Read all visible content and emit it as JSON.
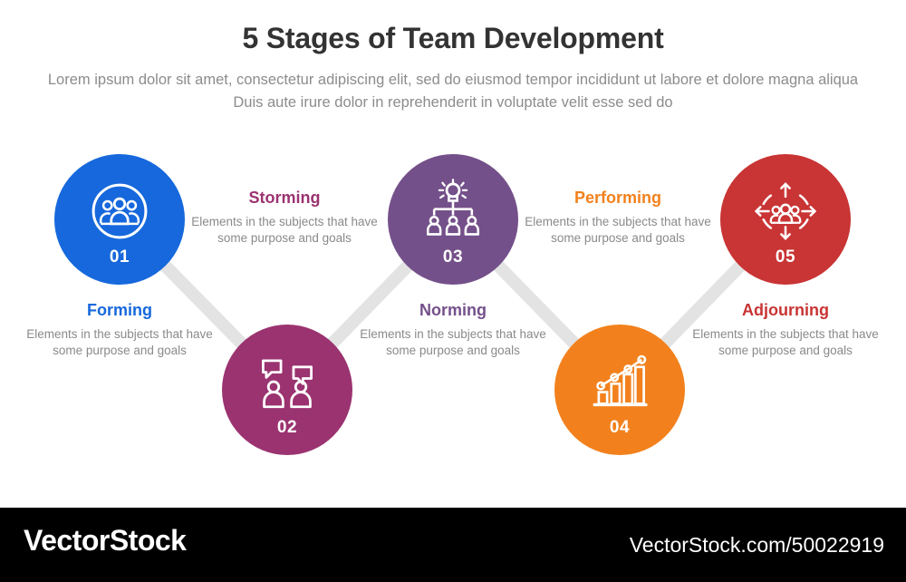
{
  "header": {
    "title": "5 Stages of Team Development",
    "subtitle": "Lorem ipsum dolor sit amet, consectetur adipiscing elit, sed do eiusmod tempor incididunt ut labore et dolore magna aliqua Duis aute irure dolor in reprehenderit in voluptate velit esse sed do"
  },
  "stages": [
    {
      "number": "01",
      "label": "Forming",
      "description": "Elements in the subjects that have  some purpose and goals",
      "color": "#1668DC",
      "icon": "group-of-people-circle-icon"
    },
    {
      "number": "02",
      "label": "Storming",
      "description": "Elements in the subjects that have  some purpose and goals",
      "color": "#9B3370",
      "icon": "two-people-speech-bubbles-icon"
    },
    {
      "number": "03",
      "label": "Norming",
      "description": "Elements in the subjects that have  some purpose and goals",
      "color": "#74508A",
      "icon": "org-chart-leader-icon"
    },
    {
      "number": "04",
      "label": "Performing",
      "description": "Elements in the subjects that have  some purpose and goals",
      "color": "#F2811D",
      "icon": "growth-bar-chart-icon"
    },
    {
      "number": "05",
      "label": "Adjourning",
      "description": "Elements in the subjects that have  some purpose and goals",
      "color": "#C93434",
      "icon": "team-expand-arrows-icon"
    }
  ],
  "connector": {
    "color": "#E3E3E3"
  },
  "footer": {
    "brand": "VectorStock",
    "credit": "VectorStock.com/50022919",
    "background": "#000000"
  }
}
